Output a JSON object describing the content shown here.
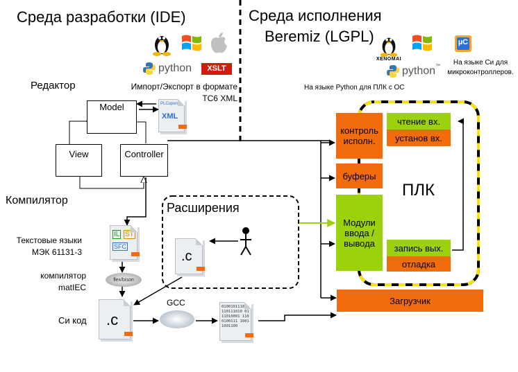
{
  "headings": {
    "ide": "Среда разработки (IDE)",
    "runtime_line1": "Среда исполнения",
    "runtime_line2": "Beremiz (LGPL)"
  },
  "logos": {
    "python": "python",
    "python_tm": "™",
    "xslt": "XSLT",
    "xenomai": "XENOMAI",
    "uc": "µC"
  },
  "labels": {
    "editor": "Редактор",
    "import_export": "Импорт/Экспорт в формате TC6 XML",
    "python_plc": "На языке Python для ПЛК с ОС",
    "c_microcontrollers": "На языке Си для микроконтроллеров.",
    "compiler": "Компилятор",
    "text_languages": "Текстовые языки МЭК 61131-3",
    "matiec": "компилятор matIEC",
    "c_code": "Си код",
    "gcc": "GCC",
    "extensions": "Расширения",
    "plc": "ПЛК"
  },
  "mvc": {
    "model": "Model",
    "view": "View",
    "controller": "Controller"
  },
  "docs": {
    "plcopen": "PLCopen",
    "xml": "XML",
    "il": "IL",
    "st": "ST",
    "sfc": "SFC",
    "c_ext": ".c",
    "c_main": ".c",
    "binary": "0100101110 0110111010 0111010001 1100100111 10011001100",
    "flex": "flex/bison"
  },
  "plc_blocks": {
    "control": "контроль исполн.",
    "buffers": "буферы",
    "io_modules": "Модули ввода / вывода",
    "read_inputs": "чтение вх.",
    "set_inputs": "установ вх.",
    "write_outputs": "запись вых.",
    "debug": "отладка",
    "loader": "Загрузчик"
  },
  "colors": {
    "orange": "#f26c0d",
    "green": "#9bd10d",
    "yellow_dash": "#f5e500"
  }
}
